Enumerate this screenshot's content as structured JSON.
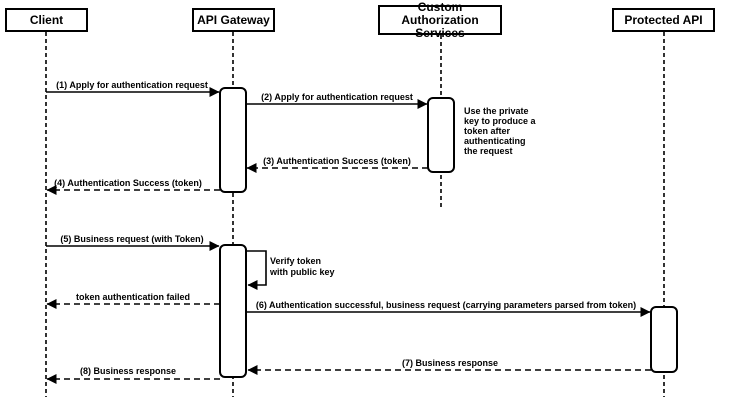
{
  "diagram": {
    "type": "sequence",
    "actors": [
      {
        "id": "client",
        "label": "Client"
      },
      {
        "id": "api-gateway",
        "label": "API Gateway"
      },
      {
        "id": "custom-authorization-services",
        "label": "Custom Authorization Services"
      },
      {
        "id": "protected-api",
        "label": "Protected API"
      }
    ],
    "messages": [
      {
        "label": "(1) Apply for authentication request",
        "from": "Client",
        "to": "API Gateway",
        "style": "solid"
      },
      {
        "label": "(2) Apply for authentication request",
        "from": "API Gateway",
        "to": "Custom Authorization Services",
        "style": "solid"
      },
      {
        "label": "(3) Authentication Success (token)",
        "from": "Custom Authorization Services",
        "to": "API Gateway",
        "style": "dashed"
      },
      {
        "label": "(4) Authentication Success (token)",
        "from": "API Gateway",
        "to": "Client",
        "style": "dashed"
      },
      {
        "label": "(5) Business request (with Token)",
        "from": "Client",
        "to": "API Gateway",
        "style": "solid"
      },
      {
        "label": "Verify token\nwith public key",
        "from": "API Gateway",
        "to": "API Gateway",
        "style": "self"
      },
      {
        "label": "token authentication failed",
        "from": "API Gateway",
        "to": "Client",
        "style": "dashed"
      },
      {
        "label": "(6) Authentication successful, business request (carrying parameters parsed from token)",
        "from": "API Gateway",
        "to": "Protected API",
        "style": "solid"
      },
      {
        "label": "(7) Business response",
        "from": "Protected API",
        "to": "API Gateway",
        "style": "dashed"
      },
      {
        "label": "(8) Business response",
        "from": "API Gateway",
        "to": "Client",
        "style": "dashed"
      }
    ],
    "note": {
      "text": "Use the private\nkey to produce a\ntoken after\nauthenticating\nthe request",
      "attached_to": "Custom Authorization Services"
    }
  },
  "colors": {
    "stroke": "#000000",
    "fill": "#ffffff",
    "background": "#ffffff"
  }
}
